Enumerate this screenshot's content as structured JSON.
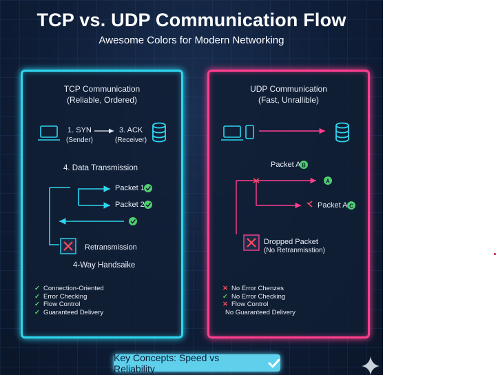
{
  "header": {
    "title": "TCP vs. UDP Communication Flow",
    "subtitle": "Awesome Colors for Modern Networking"
  },
  "tcp": {
    "heading": "TCP Communication",
    "subheading": "(Reliable, Ordered)",
    "syn_label": "1. SYN",
    "sender_label": "(Sender)",
    "ack_label": "3. ACK",
    "receiver_label": "(Receiver)",
    "data_transmission": "4. Data Transmission",
    "packet1": "Packet 1",
    "packet2": "Packet 2",
    "retransmission": "Retransmission",
    "handshake": "4-Way Handsaike",
    "features": [
      "Connection-Oriented",
      "Error Checking",
      "Flow Control",
      "Guaranteed Delivery"
    ],
    "accent": "#2fd6f0"
  },
  "udp": {
    "heading": "UDP Communication",
    "subheading": "(Fast, Unrallible)",
    "packet_a": "Packet A",
    "badge_b": "B",
    "badge_a": "A",
    "packet_c_label": "Packet A",
    "badge_c": "C",
    "dropped": "Dropped Packet",
    "no_retrans": "(No Retranmisstion)",
    "features": [
      {
        "mark": "x",
        "text": "No Error Chenzes"
      },
      {
        "mark": "check",
        "text": "No Error Checking"
      },
      {
        "mark": "x",
        "text": "Flow Control"
      },
      {
        "mark": "none",
        "text": "No Guaranteed Delivery"
      }
    ],
    "accent": "#ff3f8e"
  },
  "footer": {
    "label": "Key Concepts: Speed vs Reliability"
  },
  "icons": [
    "laptop-icon",
    "database-icon",
    "phone-icon",
    "check-icon",
    "x-icon",
    "sparkle-icon"
  ]
}
